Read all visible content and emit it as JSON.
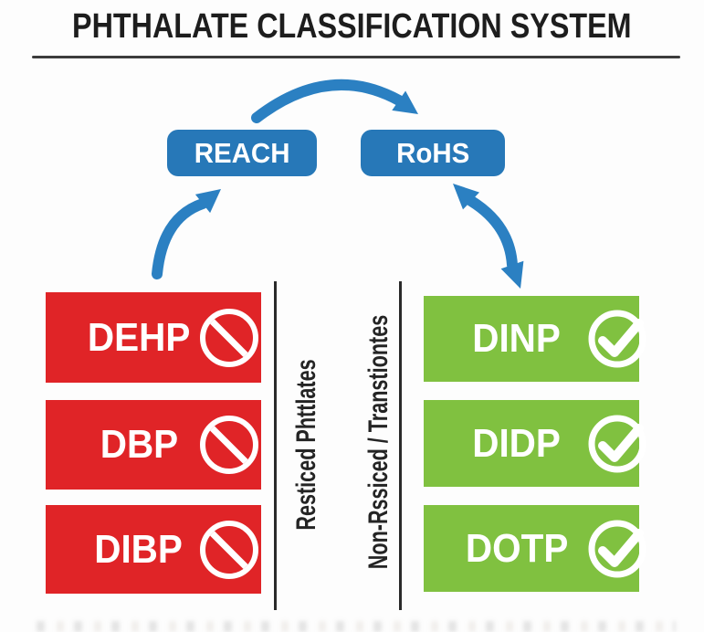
{
  "title": "PHTHALATE CLASSIFICATION SYSTEM",
  "regulations": [
    {
      "label": "REACH"
    },
    {
      "label": "RoHS"
    }
  ],
  "left_column": {
    "status": "restricted",
    "axis_label": "Resticed Phttlates",
    "icon": "prohibited-icon",
    "items": [
      {
        "name": "DEHP"
      },
      {
        "name": "DBP"
      },
      {
        "name": "DIBP"
      }
    ]
  },
  "right_column": {
    "status": "non-restricted",
    "axis_label": "Non-Rssiced / Transtiontes",
    "icon": "check-icon",
    "items": [
      {
        "name": "DINP"
      },
      {
        "name": "DIDP"
      },
      {
        "name": "DOTP"
      }
    ]
  },
  "colors": {
    "badge_blue": "#2778b8",
    "arrow_blue": "#2b80c2",
    "restricted_red": "#e02427",
    "compliant_green": "#80c140",
    "ink": "#1d1d1d"
  }
}
